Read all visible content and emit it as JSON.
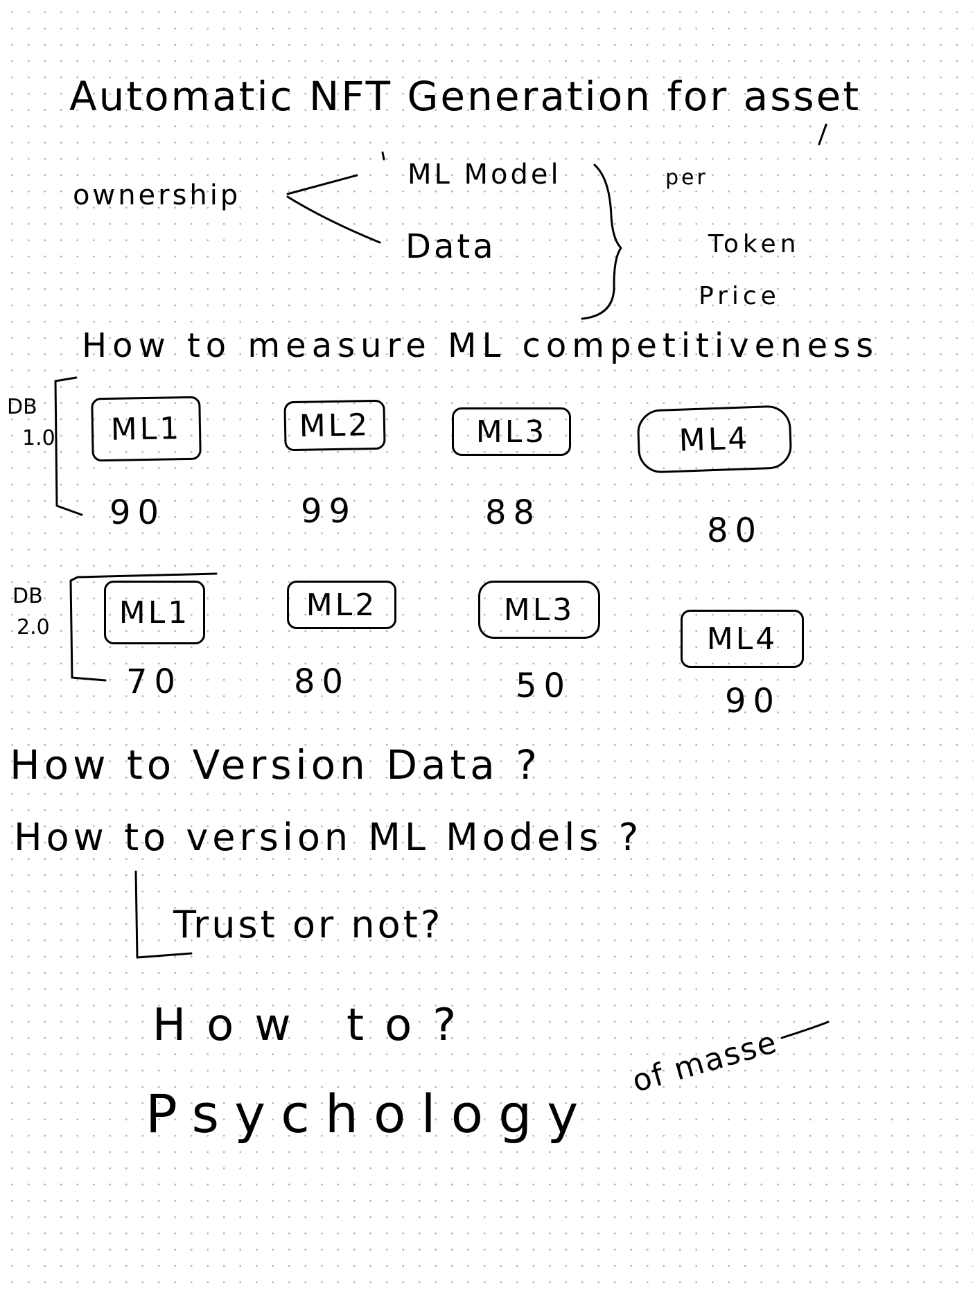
{
  "title": {
    "line1": "Automatic NFT Generation for asset",
    "line2_start": "ownership"
  },
  "branches": [
    "ML Model",
    "Data"
  ],
  "pricing": {
    "per": "per",
    "token": "Token",
    "price": "Price"
  },
  "question_1": "How to measure ML competitiveness",
  "groups": [
    {
      "db_label": "DB",
      "db_version": "1.0",
      "models": [
        {
          "label": "ML1",
          "score": "90"
        },
        {
          "label": "ML2",
          "score": "99"
        },
        {
          "label": "ML3",
          "score": "88"
        },
        {
          "label": "ML4",
          "score": "80"
        }
      ]
    },
    {
      "db_label": "DB",
      "db_version": "2.0",
      "models": [
        {
          "label": "ML1",
          "score": "70"
        },
        {
          "label": "ML2",
          "score": "80"
        },
        {
          "label": "ML3",
          "score": "50"
        },
        {
          "label": "ML4",
          "score": "90"
        }
      ]
    }
  ],
  "question_2": "How to Version Data ?",
  "question_3": "How to version ML Models ?",
  "sub_note": "Trust or not?",
  "question_4": "How to?",
  "closing": {
    "main": "Psychology",
    "tail": "of masse"
  }
}
